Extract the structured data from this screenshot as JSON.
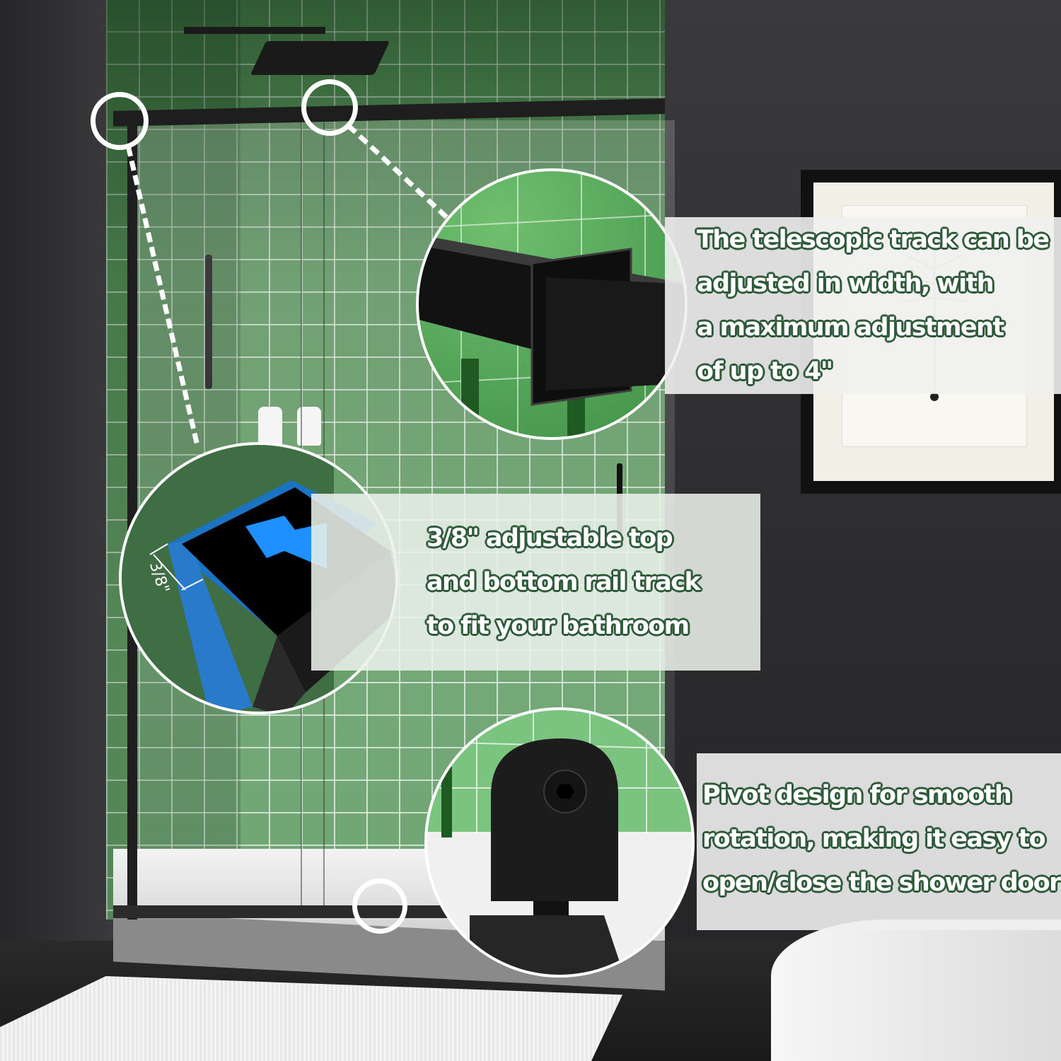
{
  "scene": {
    "description": "Black-framed sliding glass shower door in green-tiled bathroom with three zoom-in feature callouts",
    "colors": {
      "tile_green": "#5f9a62",
      "frame_black": "#1a1a1a",
      "wall_dark_gray": "#2f2f31",
      "callout_text_fill": "#ffffff",
      "callout_text_outline": "#2f5a3a",
      "highlight_blue": "#1e90ff",
      "panel_bg": "#f0f0f0"
    }
  },
  "callouts": [
    {
      "id": "telescopic-track",
      "lines": [
        "The telescopic track can be",
        "adjusted in width, with",
        "a maximum adjustment",
        "of up to 4\""
      ]
    },
    {
      "id": "adjustable-rail",
      "lines": [
        "3/8\" adjustable top",
        "and bottom rail track",
        "to fit your bathroom"
      ],
      "dimension_label": "3/8\""
    },
    {
      "id": "pivot",
      "lines": [
        "Pivot design for smooth",
        "rotation, making it easy to",
        "open/close the shower door"
      ]
    }
  ],
  "icons": {
    "hotspot": "magnifier-ring",
    "arrow": "blue-diagonal-arrow",
    "screw": "hex-socket-screw"
  }
}
